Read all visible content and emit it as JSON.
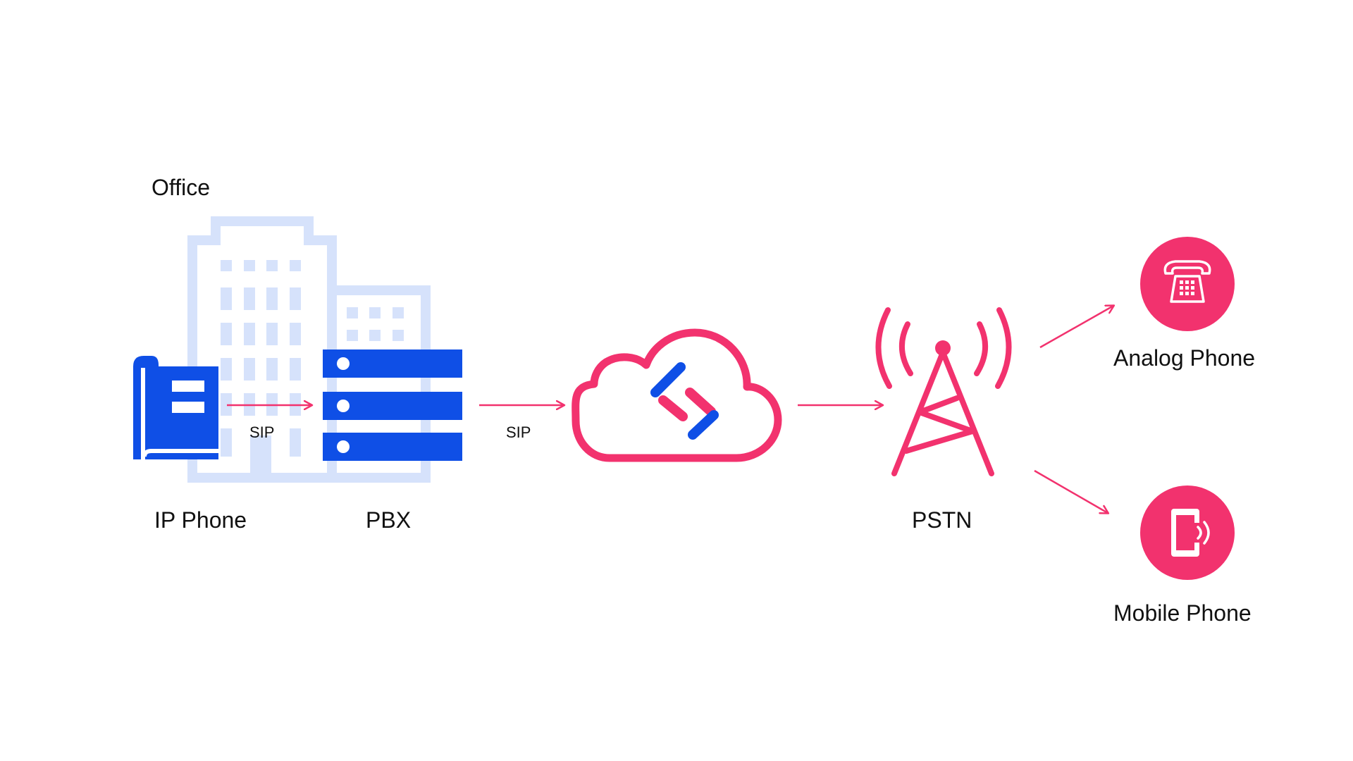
{
  "colors": {
    "accent": "#F2326E",
    "blue": "#0F4FE6",
    "building": "#D6E2FB",
    "text": "#111111"
  },
  "labels": {
    "office": "Office",
    "ip_phone": "IP Phone",
    "pbx": "PBX",
    "sip_internal": "SIP",
    "sip_external": "SIP",
    "pstn": "PSTN",
    "analog_phone": "Analog Phone",
    "mobile_phone": "Mobile Phone"
  },
  "icons": {
    "office": "office-building-icon",
    "ip_phone": "ip-phone-icon",
    "pbx": "server-rack-icon",
    "cloud": "cloud-logo-icon",
    "pstn": "cell-tower-icon",
    "analog_phone": "rotary-telephone-icon",
    "mobile_phone": "mobile-phone-icon"
  }
}
